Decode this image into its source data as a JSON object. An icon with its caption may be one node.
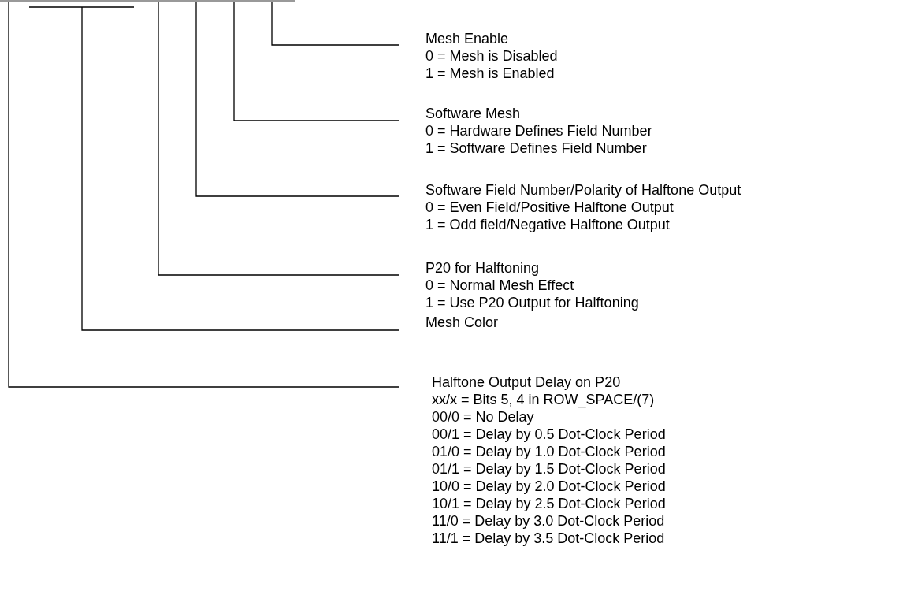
{
  "diagram": {
    "nodes": [
      {
        "text": [],
        "shape": "bar"
      },
      {
        "text": [
          "Mesh Enable",
          "0 = Mesh is Disabled",
          "1 = Mesh is Enabled"
        ]
      },
      {
        "text": [
          "Software Mesh",
          "0 = Hardware Defines Field Number",
          "1 = Software Defines Field Number"
        ]
      },
      {
        "text": [
          "Software Field Number/Polarity of Halftone Output",
          "0 = Even Field/Positive Halftone Output",
          "1 = Odd field/Negative Halftone Output"
        ]
      },
      {
        "text": [
          "P20 for Halftoning",
          "0 = Normal Mesh Effect",
          "1 = Use P20 Output for Halftoning"
        ]
      },
      {
        "text": [
          "Mesh Color"
        ]
      },
      {
        "text": [
          "Halftone Output Delay on P20",
          "xx/x = Bits 5, 4 in ROW_SPACE/(7)",
          "00/0 = No Delay",
          "00/1 = Delay by 0.5 Dot-Clock Period",
          "01/0 = Delay by 1.0 Dot-Clock Period",
          "01/1 = Delay by 1.5 Dot-Clock Period",
          "10/0 = Delay by 2.0 Dot-Clock Period",
          "10/1 = Delay by 2.5 Dot-Clock Period",
          "11/0 = Delay by 3.0 Dot-Clock Period",
          "11/1 = Delay by 3.5 Dot-Clock Period"
        ]
      }
    ],
    "edges": [
      {
        "from": 1,
        "to": 0,
        "arrow": "none"
      },
      {
        "from": 2,
        "to": 0,
        "arrow": "none"
      },
      {
        "from": 3,
        "to": 0,
        "arrow": "none"
      },
      {
        "from": 4,
        "to": 0,
        "arrow": "none"
      },
      {
        "from": 5,
        "to": 0,
        "arrow": "none"
      },
      {
        "from": 6,
        "to": 0,
        "arrow": "none"
      }
    ]
  }
}
